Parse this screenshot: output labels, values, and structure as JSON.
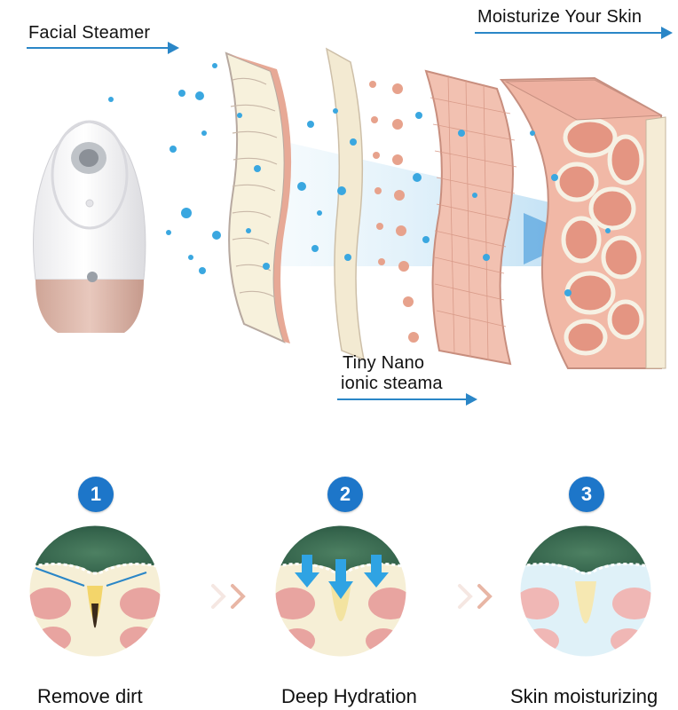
{
  "top": {
    "facial_steamer": "Facial Steamer",
    "moisturize": "Moisturize Your Skin",
    "nano_line1": "Tiny Nano",
    "nano_line2": "ionic steama"
  },
  "steps": [
    {
      "number": "1",
      "label": "Remove dirt"
    },
    {
      "number": "2",
      "label": "Deep Hydration"
    },
    {
      "number": "3",
      "label": "Skin moisturizing"
    }
  ],
  "colors": {
    "accent_blue": "#1d76c9",
    "arrow_blue": "#2a86c7",
    "skin_pink": "#e9a99a",
    "skin_cream": "#f6efd6",
    "water_blue": "#3aa7e0",
    "device_rose": "#d9b3a6"
  }
}
